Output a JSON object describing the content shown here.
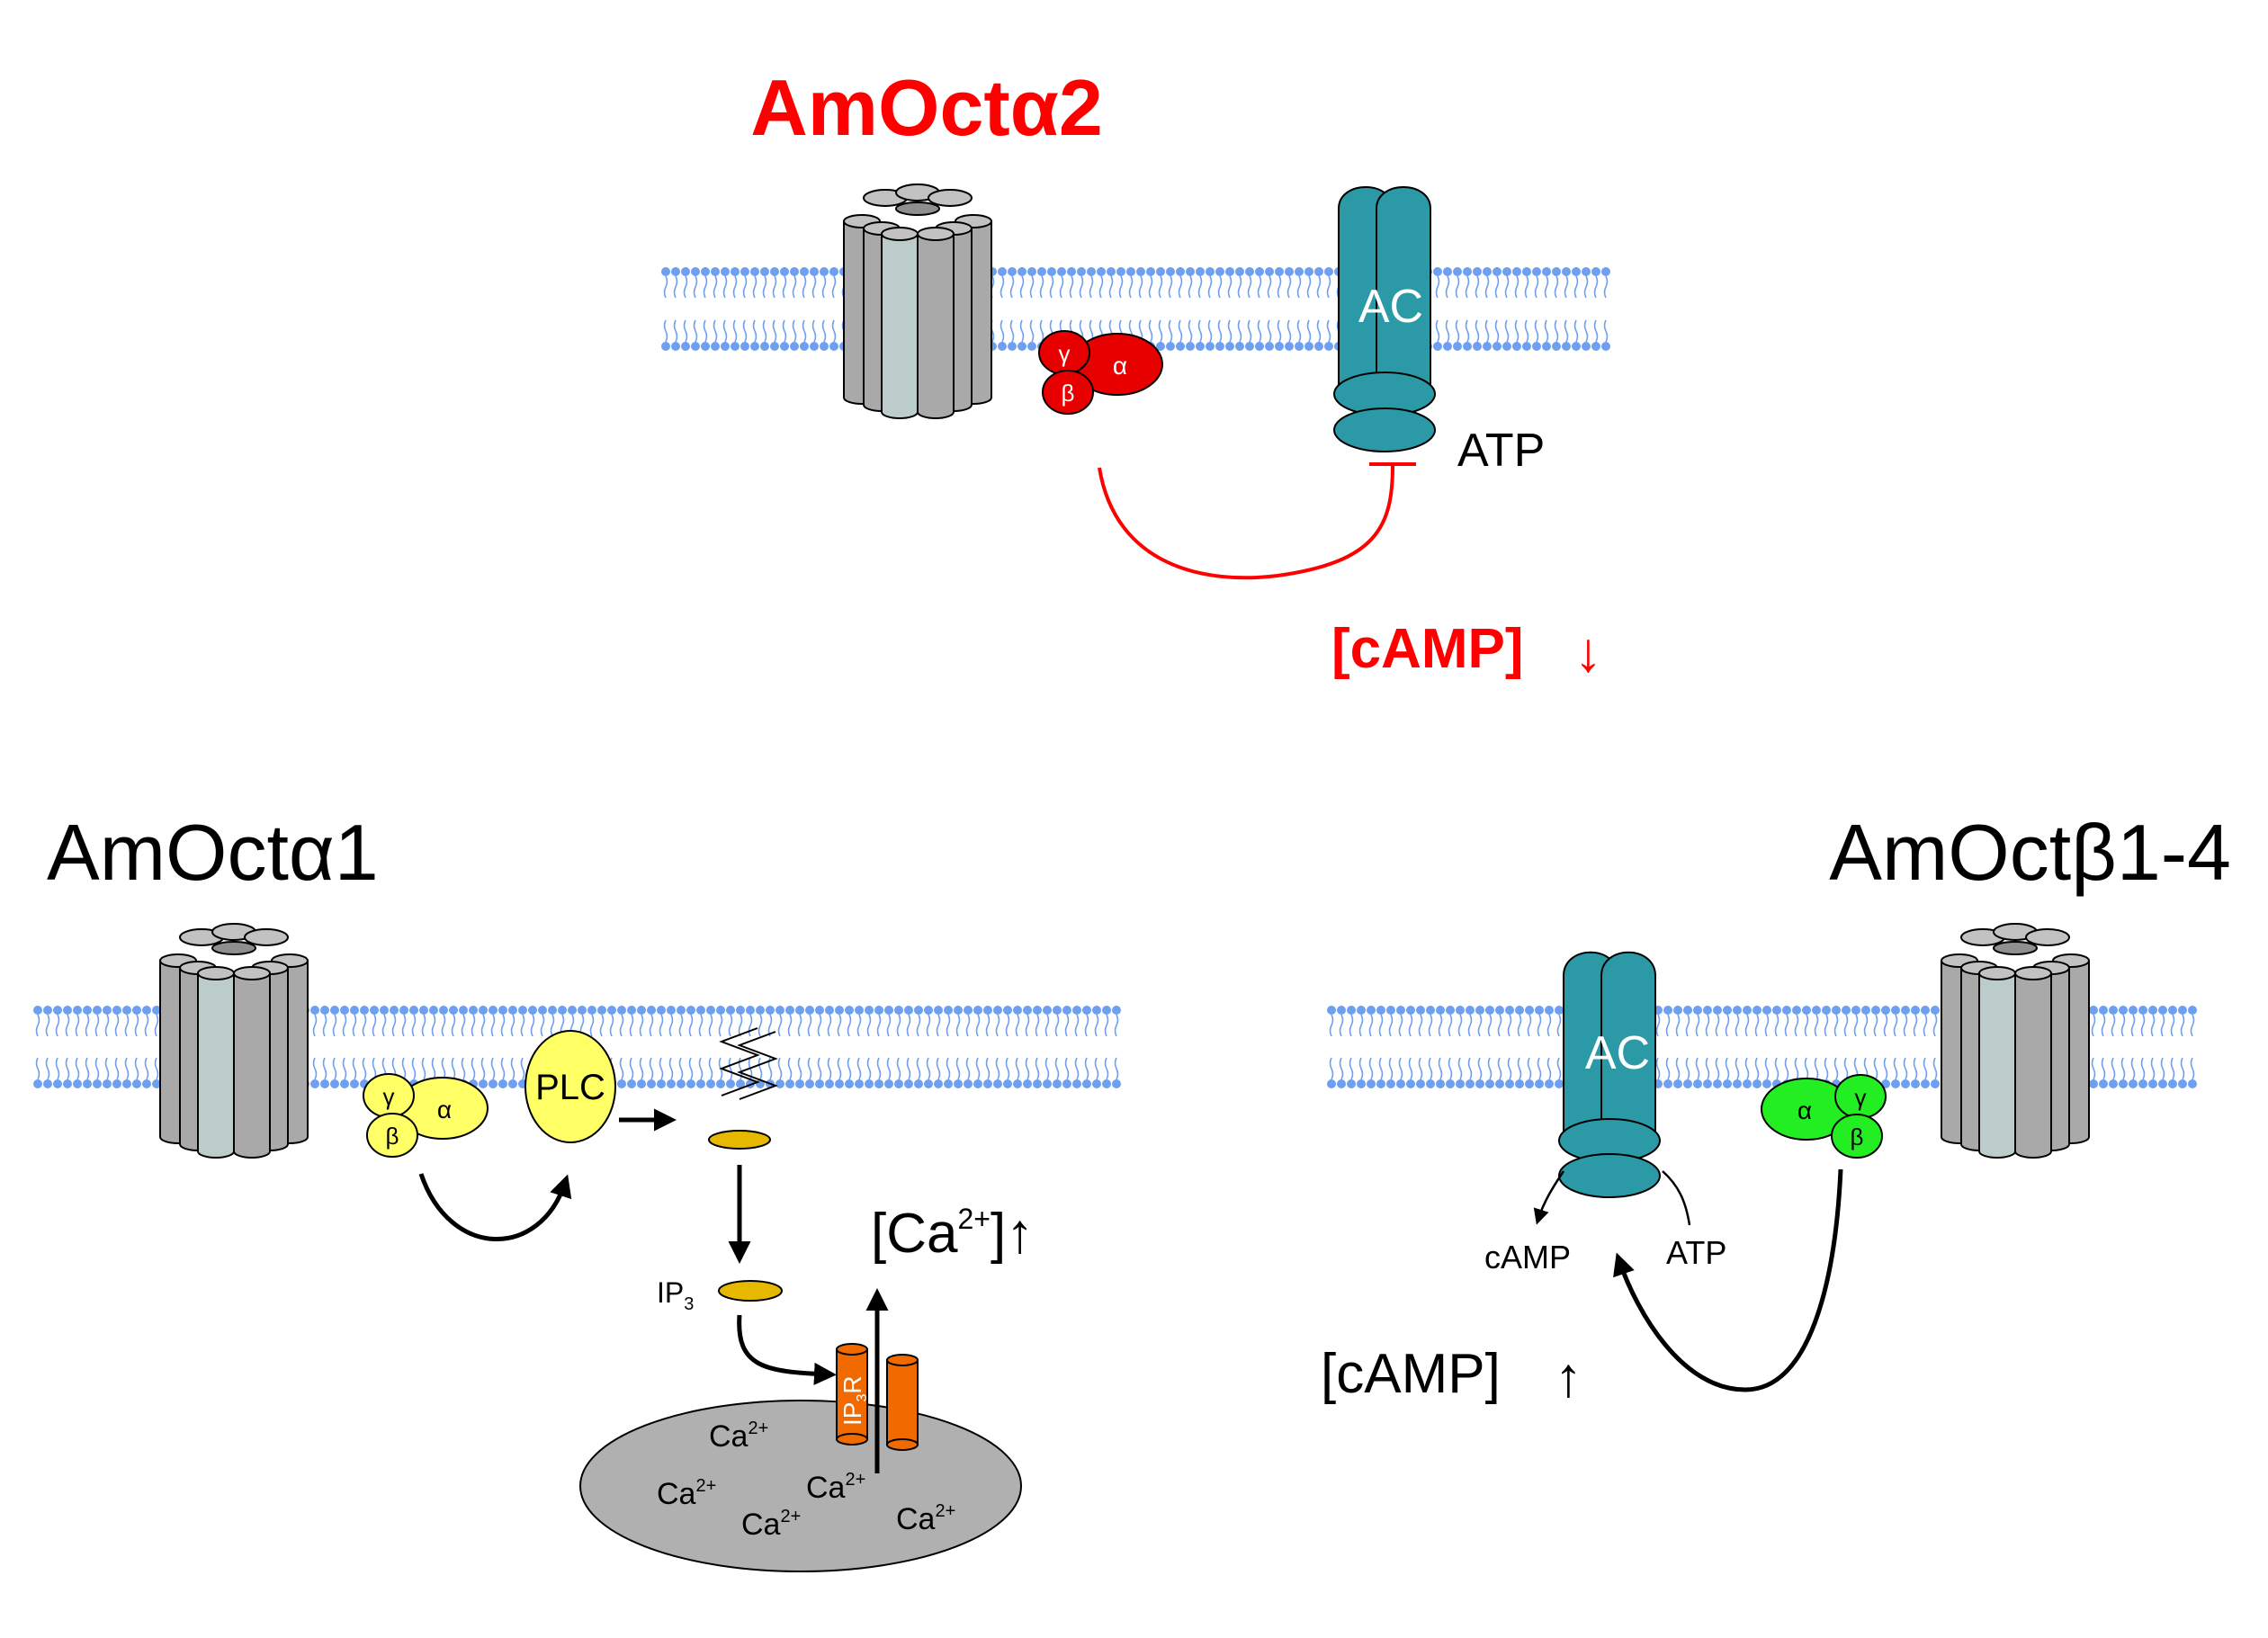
{
  "colors": {
    "membrane": "#6e9ff0",
    "receptor_dark": "#a9a9a9",
    "receptor_light": "#bcccca",
    "receptor_top": "#c2c2c2",
    "receptor_top_inner": "#8f8f8f",
    "ac": "#2b9aa6",
    "gprotein_red": "#e80000",
    "gprotein_yellow": "#ffff66",
    "gprotein_green": "#22ee22",
    "dag": "#e6b800",
    "ip3r": "#f06a00",
    "er": "#b0b0b0",
    "inhibition": "#ff0000",
    "arrow": "#000000"
  },
  "top": {
    "title": "AmOctα2",
    "ac_label": "AC",
    "atp_label": "ATP",
    "camp_label": "[cAMP]",
    "camp_arrow": "↓",
    "g_alpha": "α",
    "g_beta": "β",
    "g_gamma": "γ",
    "receptor_icon": "gpcr-receptor-icon",
    "inhibit_icon": "inhibition-arc-icon"
  },
  "left": {
    "title": "AmOctα1",
    "plc_label": "PLC",
    "ip3_label": "IP",
    "ip3_sub": "3",
    "ip3r_label": "IP",
    "ip3r_sub": "3",
    "ip3r_suffix": "R",
    "ca_label": "[Ca",
    "ca_sup": "2+",
    "ca_close": "]",
    "ca_arrow": "↑",
    "store_ca": "Ca",
    "store_ca_sup": "2+",
    "g_alpha": "α",
    "g_beta": "β",
    "g_gamma": "γ",
    "receptor_icon": "gpcr-receptor-icon",
    "dag_icon": "pip2-lipid-icon",
    "er_icon": "calcium-store-icon"
  },
  "right": {
    "title": "AmOctβ1-4",
    "ac_label": "AC",
    "camp_small": "cAMP",
    "atp_label": "ATP",
    "camp_label": "[cAMP]",
    "camp_arrow": "↑",
    "g_alpha": "α",
    "g_beta": "β",
    "g_gamma": "γ",
    "receptor_icon": "gpcr-receptor-icon"
  }
}
